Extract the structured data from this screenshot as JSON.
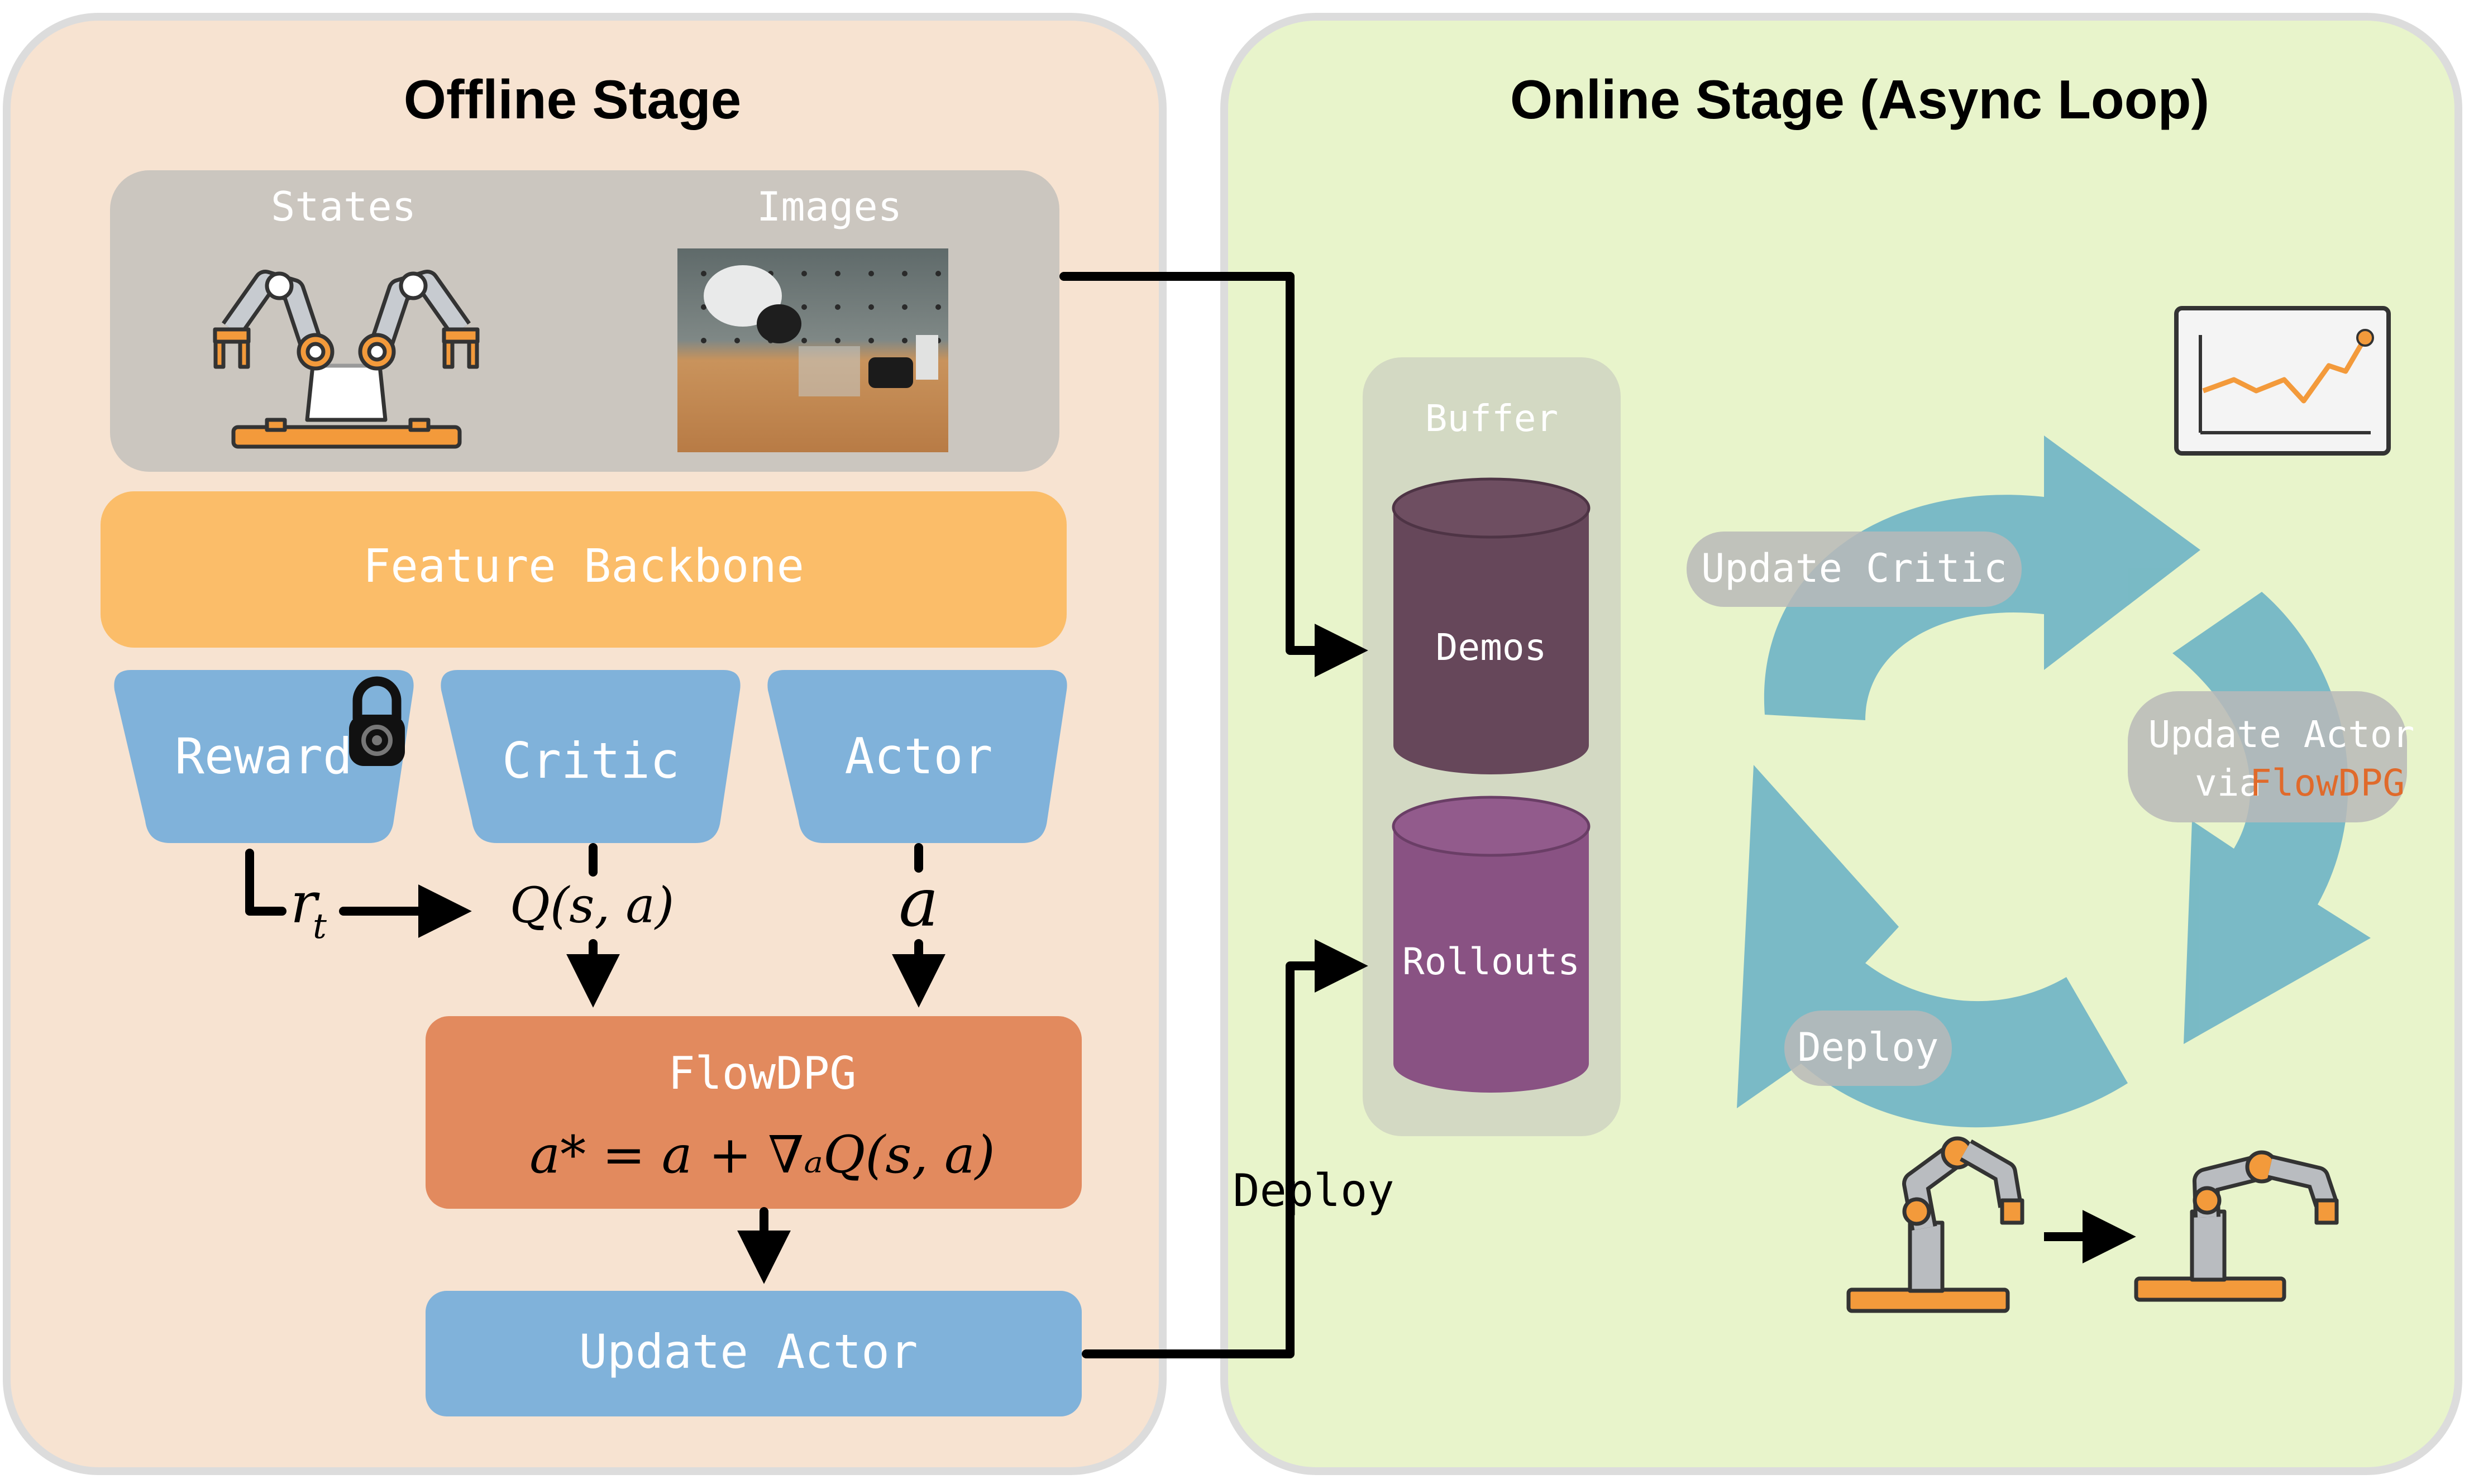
{
  "offline": {
    "title": "Offline Stage",
    "inputs": {
      "states_label": "States",
      "images_label": "Images"
    },
    "backbone_label": "Feature Backbone",
    "heads": {
      "reward": "Reward",
      "critic": "Critic",
      "actor": "Actor"
    },
    "signals": {
      "reward_sym": "r",
      "reward_sub": "t",
      "q_expr": "Q(s, a)",
      "action_sym": "a"
    },
    "flowdpg": {
      "title": "FlowDPG",
      "equation": "a* = a + ∇ₐQ(s, a)"
    },
    "update_actor_label": "Update Actor"
  },
  "online": {
    "title": "Online Stage (Async Loop)",
    "buffer": {
      "title": "Buffer",
      "demos": "Demos",
      "rollouts": "Rollouts"
    },
    "deploy_arrow_label": "Deploy",
    "loop": {
      "update_critic": "Update Critic",
      "update_actor_line1": "Update Actor",
      "update_actor_via": "via",
      "update_actor_method": "FlowDPG",
      "deploy": "Deploy"
    }
  },
  "colors": {
    "offline_bg": "#f7e3d1",
    "online_bg": "#e8f4cb",
    "panel_border": "#dcdcdc",
    "input_box": "#cbc6bf",
    "backbone": "#fbbd69",
    "head_blue": "#80b2da",
    "flowdpg": "#e28a5e",
    "buffer_box": "#d3d9c3",
    "demos_cyl": "#66475a",
    "rollouts_cyl": "#895283",
    "loop_arrow": "#6eb4c5",
    "pill": "#b9b9b9",
    "accent_orange": "#e06a2b"
  },
  "icons": [
    "lock-icon",
    "dual-robot-arm-icon",
    "camera-image-icon",
    "trend-chart-icon",
    "robot-arm-icon",
    "arrow-icon"
  ]
}
